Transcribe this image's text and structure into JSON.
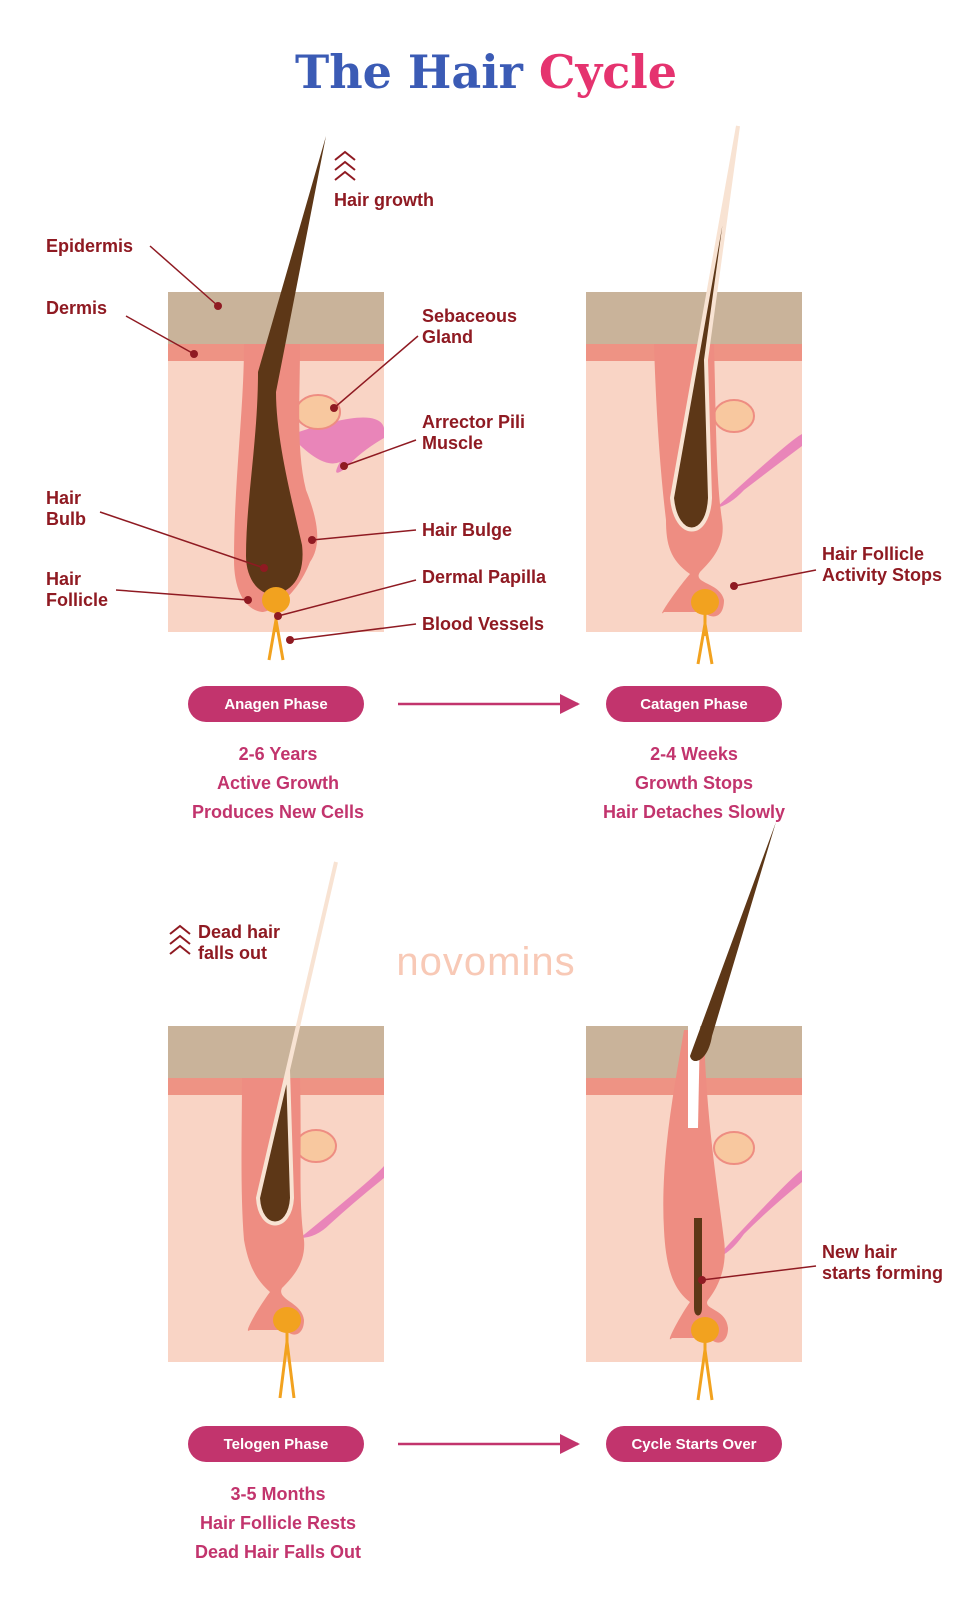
{
  "title": {
    "part1": "The Hair",
    "part2": "Cycle"
  },
  "colors": {
    "title_blue": "#3b5bb5",
    "title_pink": "#e5336f",
    "label_red": "#8f1a22",
    "pill_pink": "#c2346d",
    "description_pink": "#c2346d",
    "epidermis": "#c9b39a",
    "dermis_band": "#ee9384",
    "skin": "#f9d4c5",
    "follicle": "#ee8d82",
    "hair": "#5d3717",
    "papilla": "#f2a21f",
    "gland": "#f8c89f",
    "muscle": "#e985b9",
    "watermark": "#f8c9b6"
  },
  "labels": {
    "hair_growth": "Hair growth",
    "epidermis": "Epidermis",
    "dermis": "Dermis",
    "sebaceous_gland": [
      "Sebaceous",
      "Gland"
    ],
    "arrector_pili": [
      "Arrector Pili",
      "Muscle"
    ],
    "hair_bulb": [
      "Hair",
      "Bulb"
    ],
    "hair_bulge": "Hair Bulge",
    "hair_follicle": [
      "Hair",
      "Follicle"
    ],
    "dermal_papilla": "Dermal Papilla",
    "blood_vessels": "Blood Vessels",
    "follicle_activity_stops": [
      "Hair Follicle",
      "Activity Stops"
    ],
    "dead_hair_falls_out": [
      "Dead hair",
      "falls out"
    ],
    "new_hair_forming": [
      "New hair",
      "starts forming"
    ]
  },
  "watermark": "novomins",
  "phases": [
    {
      "name": "Anagen Phase",
      "lines": [
        "2-6 Years",
        "Active Growth",
        "Produces New Cells"
      ]
    },
    {
      "name": "Catagen Phase",
      "lines": [
        "2-4 Weeks",
        "Growth Stops",
        "Hair Detaches Slowly"
      ]
    },
    {
      "name": "Telogen Phase",
      "lines": [
        "3-5 Months",
        "Hair Follicle Rests",
        "Dead Hair Falls Out"
      ]
    },
    {
      "name": "Cycle Starts Over",
      "lines": []
    }
  ]
}
